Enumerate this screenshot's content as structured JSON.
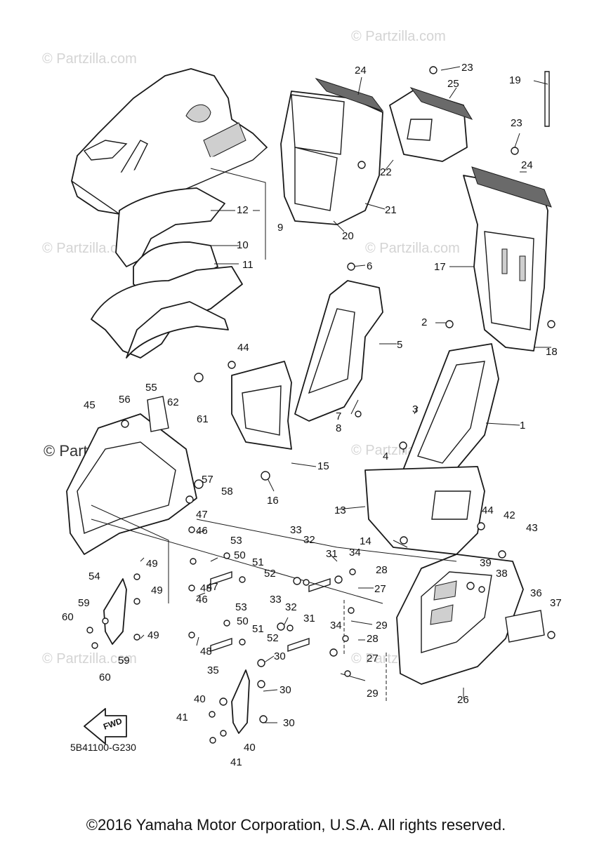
{
  "watermark": {
    "text": "© Partzilla.com"
  },
  "diagram_ref": "5B41100-G230",
  "fwd_label": "FWD",
  "copyright": "©2016 Yamaha Motor Corporation, U.S.A. All rights reserved.",
  "callouts": [
    "1",
    "2",
    "3",
    "4",
    "5",
    "6",
    "7",
    "8",
    "9",
    "10",
    "11",
    "12",
    "13",
    "14",
    "15",
    "16",
    "17",
    "18",
    "19",
    "20",
    "21",
    "22",
    "23",
    "24",
    "25",
    "26",
    "27",
    "28",
    "29",
    "30",
    "31",
    "32",
    "33",
    "34",
    "35",
    "36",
    "37",
    "38",
    "39",
    "40",
    "41",
    "42",
    "43",
    "44",
    "45",
    "46",
    "47",
    "48",
    "49",
    "50",
    "51",
    "52",
    "53",
    "54",
    "55",
    "56",
    "57",
    "58",
    "59",
    "60",
    "61",
    "62"
  ]
}
